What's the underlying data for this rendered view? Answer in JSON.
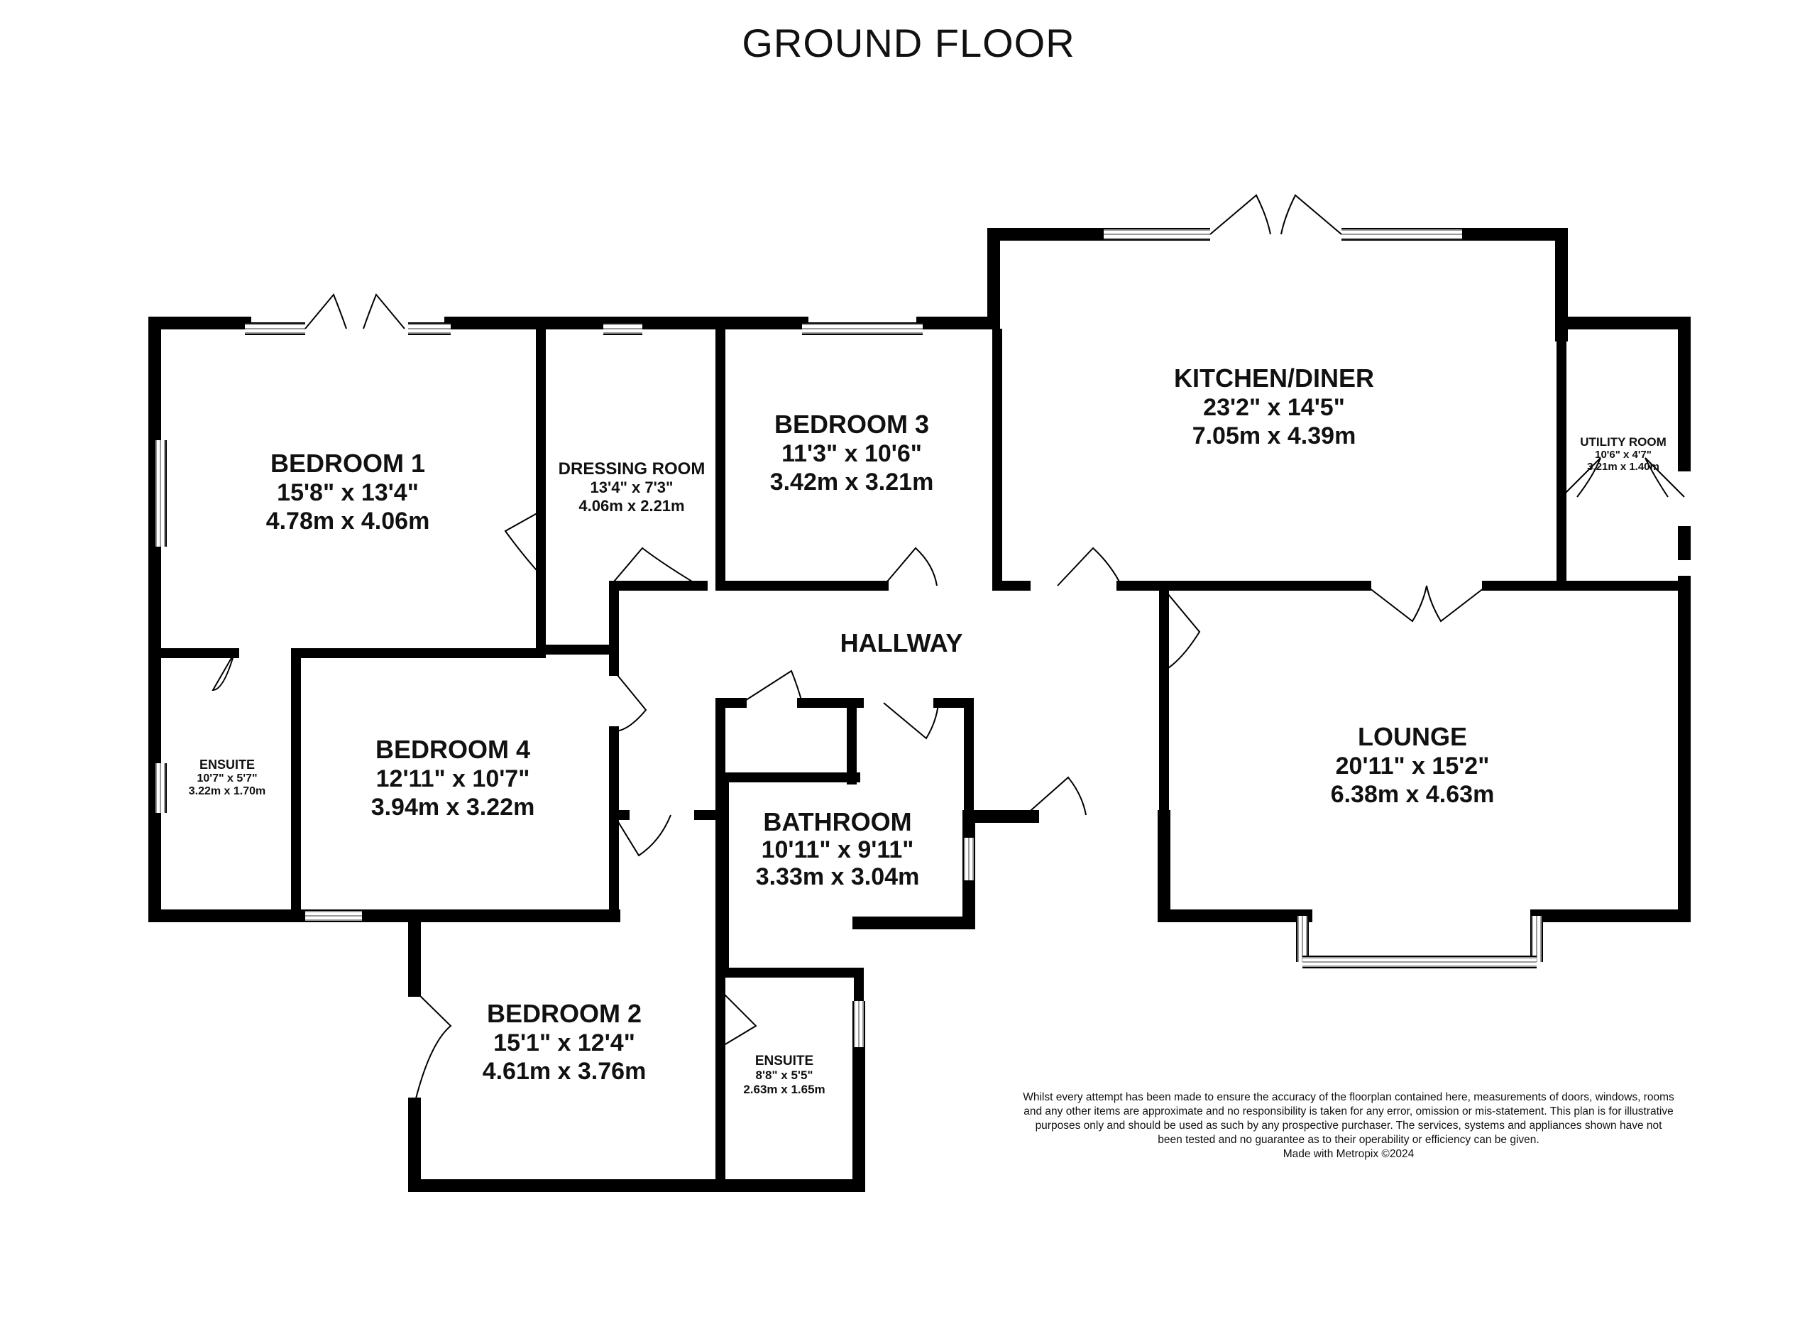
{
  "title": "GROUND FLOOR",
  "colors": {
    "wall": "#000000",
    "background": "#ffffff",
    "window": "#9a9a9a"
  },
  "rooms": [
    {
      "id": "bedroom-1",
      "name": "BEDROOM 1",
      "imperial": "15'8\"  x 13'4\"",
      "metric": "4.78m  x 4.06m"
    },
    {
      "id": "dressing-room",
      "name": "DRESSING ROOM",
      "imperial": "13'4\"  x 7'3\"",
      "metric": "4.06m  x 2.21m"
    },
    {
      "id": "bedroom-3",
      "name": "BEDROOM 3",
      "imperial": "11'3\"  x 10'6\"",
      "metric": "3.42m  x 3.21m"
    },
    {
      "id": "kitchen-diner",
      "name": "KITCHEN/DINER",
      "imperial": "23'2\"  x 14'5\"",
      "metric": "7.05m  x 4.39m"
    },
    {
      "id": "utility-room",
      "name": "UTILITY ROOM",
      "imperial": "10'6\"  x 4'7\"",
      "metric": "3.21m  x 1.40m"
    },
    {
      "id": "hallway",
      "name": "HALLWAY"
    },
    {
      "id": "ensuite-1",
      "name": "ENSUITE",
      "imperial": "10'7\"  x 5'7\"",
      "metric": "3.22m  x 1.70m"
    },
    {
      "id": "bedroom-4",
      "name": "BEDROOM 4",
      "imperial": "12'11\"  x 10'7\"",
      "metric": "3.94m  x 3.22m"
    },
    {
      "id": "bathroom",
      "name": "BATHROOM",
      "imperial": "10'11\"  x 9'11\"",
      "metric": "3.33m  x 3.04m"
    },
    {
      "id": "lounge",
      "name": "LOUNGE",
      "imperial": "20'11\"  x 15'2\"",
      "metric": "6.38m  x 4.63m"
    },
    {
      "id": "bedroom-2",
      "name": "BEDROOM 2",
      "imperial": "15'1\"  x 12'4\"",
      "metric": "4.61m  x 3.76m"
    },
    {
      "id": "ensuite-2",
      "name": "ENSUITE",
      "imperial": "8'8\"  x 5'5\"",
      "metric": "2.63m  x 1.65m"
    }
  ],
  "disclaimer": "Whilst every attempt has been made to ensure the accuracy of the floorplan contained here, measurements of doors, windows, rooms and any other items are approximate and no responsibility is taken for any error, omission or mis-statement. This plan is for illustrative purposes only and should be used as such by any prospective purchaser. The services, systems and appliances shown have not been tested and no guarantee as to their operability or efficiency can be given.",
  "credit": "Made with Metropix ©2024"
}
